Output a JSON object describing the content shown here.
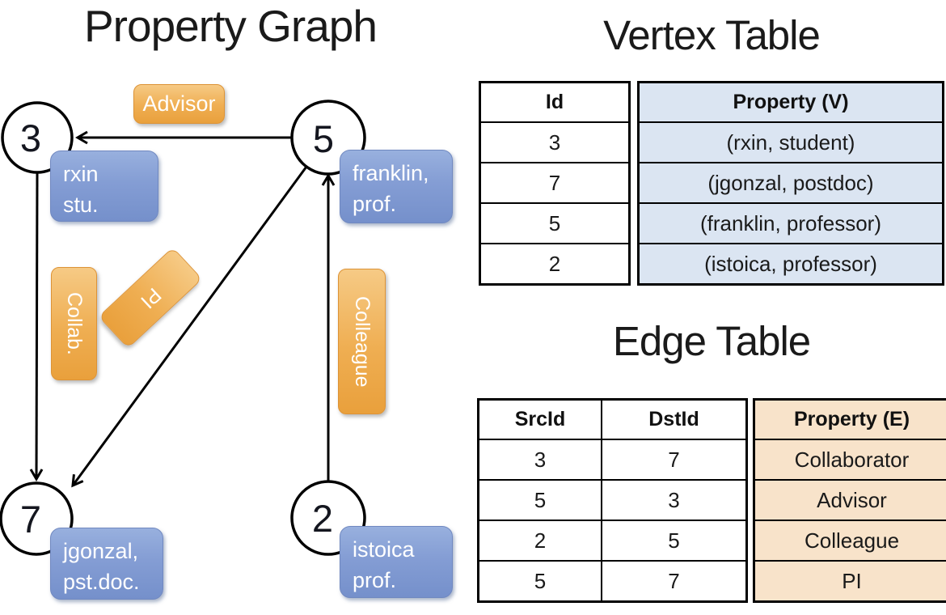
{
  "graph": {
    "title": "Property Graph",
    "nodes": [
      {
        "id": "3",
        "line1": "rxin",
        "line2": "stu."
      },
      {
        "id": "5",
        "line1": "franklin,",
        "line2": "prof."
      },
      {
        "id": "7",
        "line1": "jgonzal,",
        "line2": "pst.doc."
      },
      {
        "id": "2",
        "line1": "istoica",
        "line2": "prof."
      }
    ],
    "edge_labels": {
      "advisor": "Advisor",
      "collab": "Collab.",
      "pi": "PI",
      "colleague": "Colleague"
    }
  },
  "vertex_table": {
    "title": "Vertex Table",
    "header": {
      "id": "Id",
      "property": "Property (V)"
    },
    "rows": [
      {
        "id": "3",
        "property": "(rxin, student)"
      },
      {
        "id": "7",
        "property": "(jgonzal, postdoc)"
      },
      {
        "id": "5",
        "property": "(franklin, professor)"
      },
      {
        "id": "2",
        "property": "(istoica, professor)"
      }
    ]
  },
  "edge_table": {
    "title": "Edge Table",
    "header": {
      "src": "SrcId",
      "dst": "DstId",
      "property": "Property (E)"
    },
    "rows": [
      {
        "src": "3",
        "dst": "7",
        "property": "Collaborator"
      },
      {
        "src": "5",
        "dst": "3",
        "property": "Advisor"
      },
      {
        "src": "2",
        "dst": "5",
        "property": "Colleague"
      },
      {
        "src": "5",
        "dst": "7",
        "property": "PI"
      }
    ]
  },
  "colors": {
    "edge_label_orange": "#eca544",
    "vertex_label_blue": "#7f9ad3",
    "vertex_table_fill": "#dbe5f2",
    "edge_table_fill": "#f8e3ca",
    "line_black": "#000000"
  }
}
